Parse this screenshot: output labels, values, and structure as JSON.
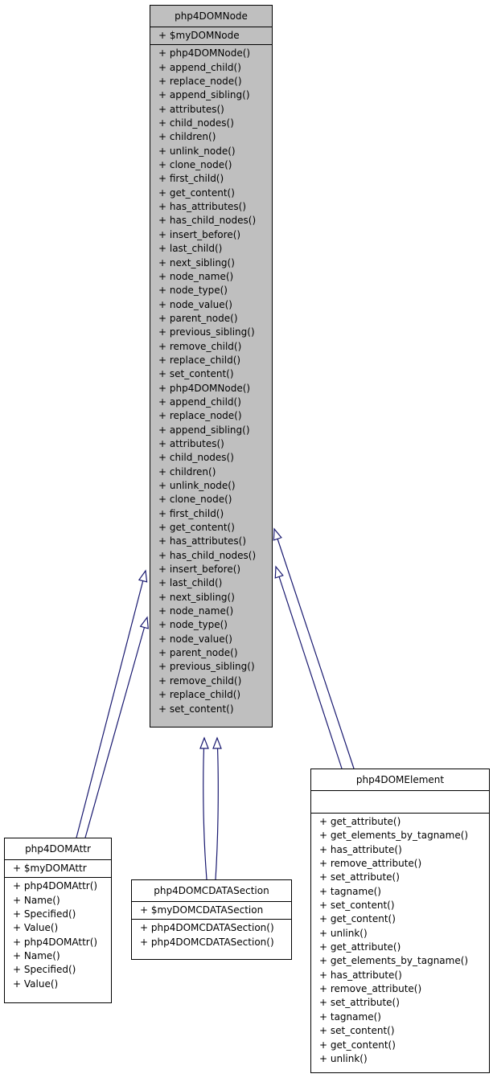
{
  "base": {
    "name": "php4DOMNode",
    "attributes": [
      "+ $myDOMNode"
    ],
    "methods": [
      "+ php4DOMNode()",
      "+ append_child()",
      "+ replace_node()",
      "+ append_sibling()",
      "+ attributes()",
      "+ child_nodes()",
      "+ children()",
      "+ unlink_node()",
      "+ clone_node()",
      "+ first_child()",
      "+ get_content()",
      "+ has_attributes()",
      "+ has_child_nodes()",
      "+ insert_before()",
      "+ last_child()",
      "+ next_sibling()",
      "+ node_name()",
      "+ node_type()",
      "+ node_value()",
      "+ parent_node()",
      "+ previous_sibling()",
      "+ remove_child()",
      "+ replace_child()",
      "+ set_content()",
      "+ php4DOMNode()",
      "+ append_child()",
      "+ replace_node()",
      "+ append_sibling()",
      "+ attributes()",
      "+ child_nodes()",
      "+ children()",
      "+ unlink_node()",
      "+ clone_node()",
      "+ first_child()",
      "+ get_content()",
      "+ has_attributes()",
      "+ has_child_nodes()",
      "+ insert_before()",
      "+ last_child()",
      "+ next_sibling()",
      "+ node_name()",
      "+ node_type()",
      "+ node_value()",
      "+ parent_node()",
      "+ previous_sibling()",
      "+ remove_child()",
      "+ replace_child()",
      "+ set_content()"
    ]
  },
  "attr": {
    "name": "php4DOMAttr",
    "attributes": [
      "+ $myDOMAttr"
    ],
    "methods": [
      "+ php4DOMAttr()",
      "+ Name()",
      "+ Specified()",
      "+ Value()",
      "+ php4DOMAttr()",
      "+ Name()",
      "+ Specified()",
      "+ Value()"
    ]
  },
  "cdata": {
    "name": "php4DOMCDATASection",
    "attributes": [
      "+ $myDOMCDATASection"
    ],
    "methods": [
      "+ php4DOMCDATASection()",
      "+ php4DOMCDATASection()"
    ]
  },
  "element": {
    "name": "php4DOMElement",
    "attributes": [],
    "methods": [
      "+ get_attribute()",
      "+ get_elements_by_tagname()",
      "+ has_attribute()",
      "+ remove_attribute()",
      "+ set_attribute()",
      "+ tagname()",
      "+ set_content()",
      "+ get_content()",
      "+ unlink()",
      "+ get_attribute()",
      "+ get_elements_by_tagname()",
      "+ has_attribute()",
      "+ remove_attribute()",
      "+ set_attribute()",
      "+ tagname()",
      "+ set_content()",
      "+ get_content()",
      "+ unlink()"
    ]
  },
  "colors": {
    "edge": "#191970",
    "base_fill": "#bfbfbf"
  }
}
